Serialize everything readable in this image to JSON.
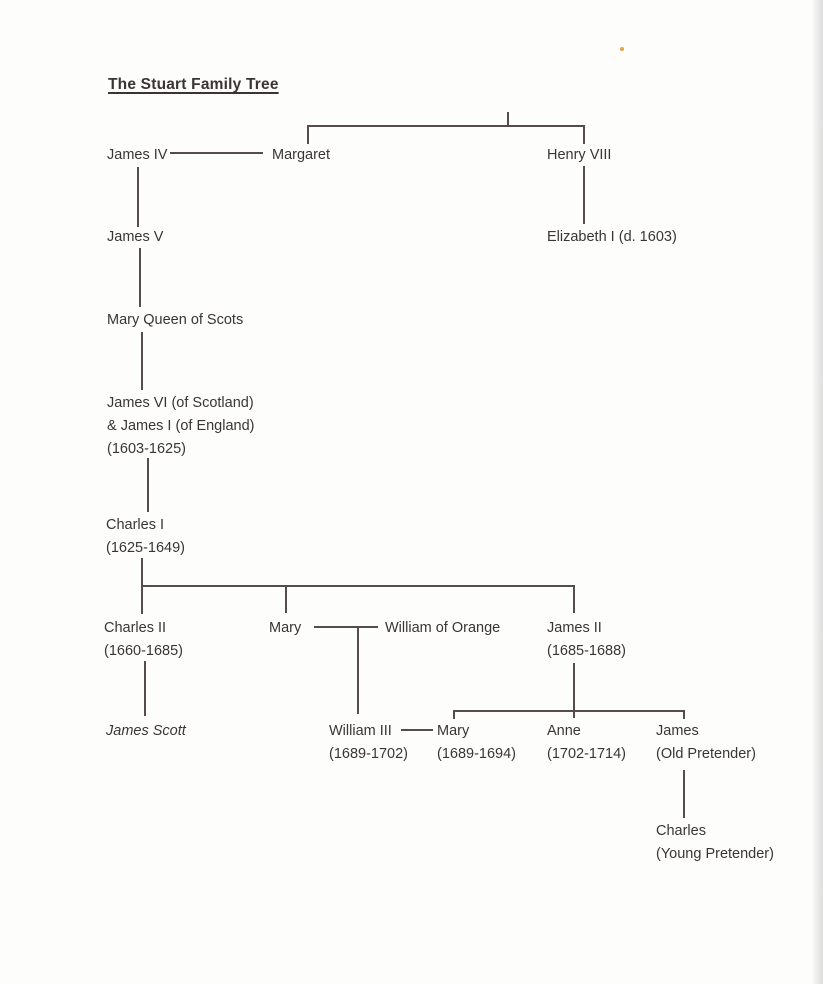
{
  "title": "The Stuart Family Tree",
  "colors": {
    "paper": "#fdfdfc",
    "ink": "#3a3532",
    "line": "#564b4e",
    "speck": "#e3a24e"
  },
  "nodes": {
    "james_iv": {
      "name": "James IV"
    },
    "margaret": {
      "name": "Margaret"
    },
    "henry_viii": {
      "name": "Henry VIII"
    },
    "james_v": {
      "name": "James V"
    },
    "elizabeth_i": {
      "name": "Elizabeth I (d. 1603)"
    },
    "mary_queen_of_scots": {
      "name": "Mary Queen of Scots"
    },
    "james_vi": {
      "line1": "James VI (of Scotland)",
      "line2": "& James I (of England)",
      "line3": "(1603-1625)"
    },
    "charles_i": {
      "name": "Charles I",
      "dates": "(1625-1649)"
    },
    "charles_ii": {
      "name": "Charles II",
      "dates": "(1660-1685)"
    },
    "mary_wife_of_orange": {
      "name": "Mary"
    },
    "william_of_orange": {
      "name": "William of Orange"
    },
    "james_ii": {
      "name": "James II",
      "dates": "(1685-1688)"
    },
    "james_scott": {
      "name": "James Scott"
    },
    "william_iii": {
      "name": "William III",
      "dates": "(1689-1702)"
    },
    "mary_ii": {
      "name": "Mary",
      "dates": "(1689-1694)"
    },
    "anne": {
      "name": "Anne",
      "dates": "(1702-1714)"
    },
    "james_old_pretender": {
      "name": "James",
      "epithet": "(Old Pretender)"
    },
    "charles_young_pretender": {
      "name": "Charles",
      "epithet": "(Young Pretender)"
    }
  }
}
